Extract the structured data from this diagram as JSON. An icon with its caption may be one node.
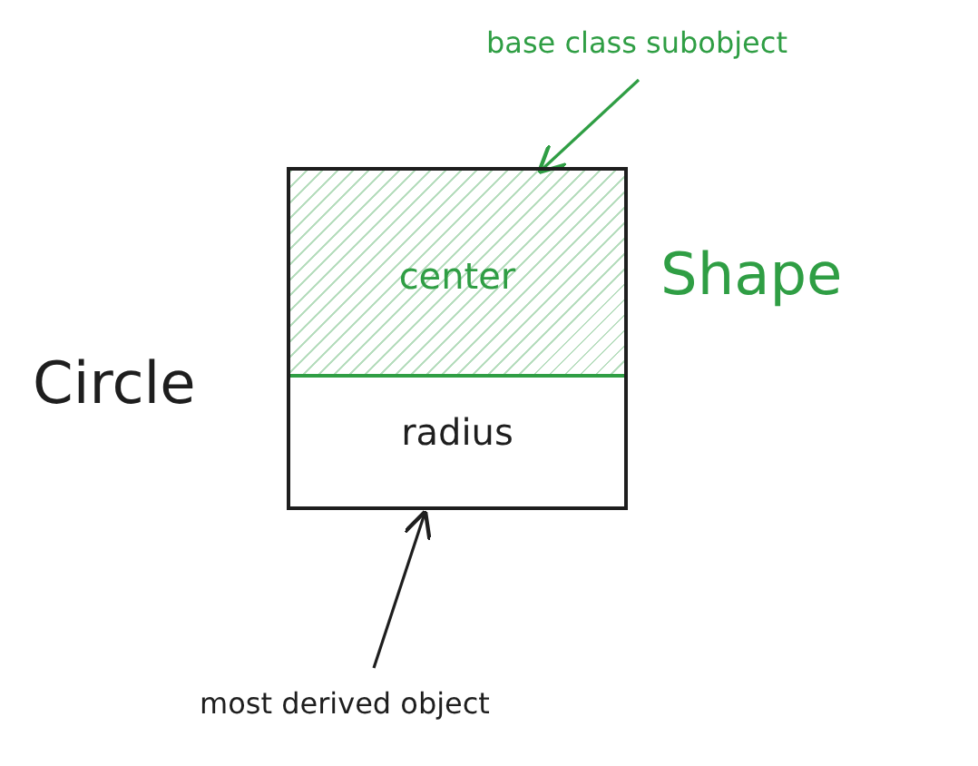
{
  "diagram": {
    "nodes": [
      {
        "text": [
          "Circle"
        ]
      },
      {
        "text": [
          "center"
        ],
        "beside": [
          "Shape"
        ],
        "in": 0
      },
      {
        "text": [
          "radius"
        ],
        "in": 0
      },
      {
        "text": [
          "base class subobject"
        ]
      },
      {
        "text": [
          "most derived object"
        ]
      }
    ],
    "edges": [
      {
        "from": 3,
        "to": 1,
        "arrow": "to",
        "color": "#2f9e44"
      },
      {
        "from": 4,
        "to": 0,
        "arrow": "to",
        "color": "#1e1e1e"
      }
    ]
  }
}
